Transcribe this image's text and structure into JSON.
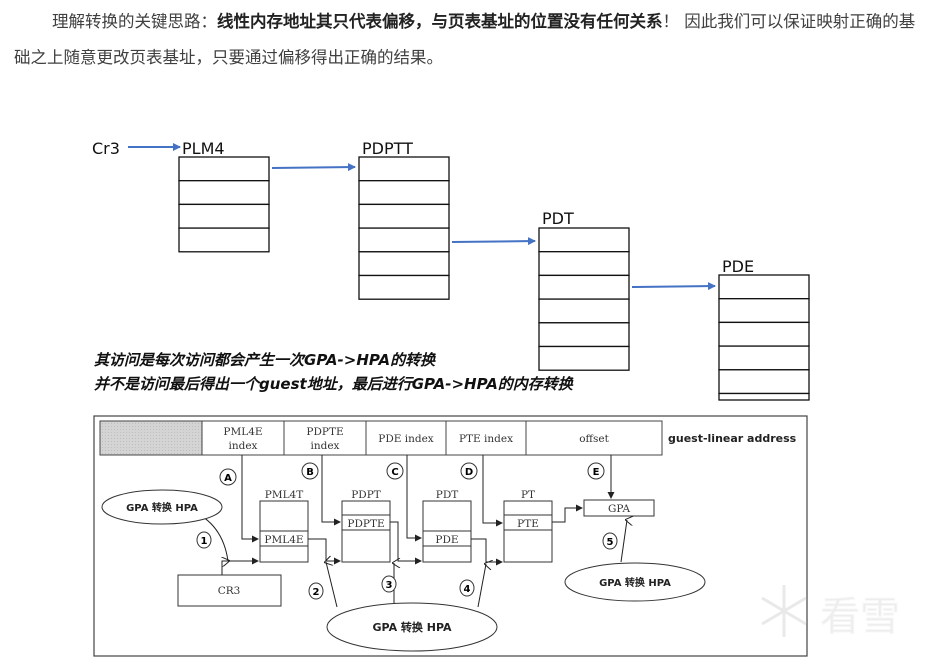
{
  "paragraph": {
    "lead": "理解转换的关键思路：",
    "emphasis": "线性内存地址其只代表偏移，与页表基址的位置没有任何关系",
    "tail": "！ 因此我们可以保证映射正确的基础之上随意更改页表基址，只要通过偏移得出正确的结果。"
  },
  "top_diagram": {
    "start_label": "Cr3",
    "tables": [
      {
        "name": "PLM4",
        "rows": 4
      },
      {
        "name": "PDPTT",
        "rows": 6
      },
      {
        "name": "PDT",
        "rows": 6
      },
      {
        "name": "PDE",
        "rows": 6
      }
    ],
    "arrow_color": "#4472c4",
    "notes": [
      "其访问是每次访问都会产生一次GPA->HPA的转换",
      "并不是访问最后得出一个guest地址，最后进行GPA->HPA的内存转换"
    ]
  },
  "bottom_diagram": {
    "address_fields": [
      {
        "line1": "",
        "line2": ""
      },
      {
        "line1": "PML4E",
        "line2": "index"
      },
      {
        "line1": "PDPTE",
        "line2": "index"
      },
      {
        "line1": "PDE index",
        "line2": ""
      },
      {
        "line1": "PTE index",
        "line2": ""
      },
      {
        "line1": "offset",
        "line2": ""
      }
    ],
    "address_label": "guest-linear address",
    "letters": [
      "A",
      "B",
      "C",
      "D",
      "E"
    ],
    "tables": [
      {
        "title": "PML4T",
        "entry": "PML4E"
      },
      {
        "title": "PDPT",
        "entry": "PDPTE"
      },
      {
        "title": "PDT",
        "entry": "PDE"
      },
      {
        "title": "PT",
        "entry": "PTE"
      }
    ],
    "gpa_box": "GPA",
    "cr3_box": "CR3",
    "steps": [
      "1",
      "2",
      "3",
      "4",
      "5"
    ],
    "ellipse_label": "GPA 转换 HPA"
  },
  "watermark": {
    "text": "看雪",
    "icon": "snowflake-icon"
  }
}
